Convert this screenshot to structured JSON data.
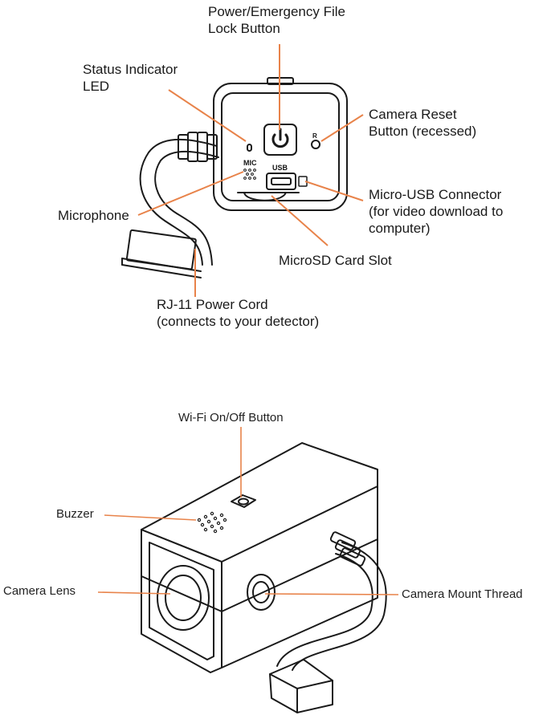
{
  "back_view": {
    "labels": {
      "power_button": [
        "Power/Emergency File",
        "Lock Button"
      ],
      "status_led": [
        "Status Indicator",
        "LED"
      ],
      "reset_button": [
        "Camera Reset",
        "Button (recessed)"
      ],
      "microphone": [
        "Microphone"
      ],
      "micro_usb": [
        "Micro-USB Connector",
        "(for video download to",
        "computer)"
      ],
      "microsd": [
        "MicroSD Card Slot"
      ],
      "power_cord": [
        "RJ-11 Power Cord",
        "(connects to your detector)"
      ]
    },
    "panel_text": {
      "mic": "MIC",
      "usb": "USB",
      "reset": "R"
    }
  },
  "front_view": {
    "labels": {
      "wifi_button": "Wi-Fi On/Off Button",
      "buzzer": "Buzzer",
      "camera_lens": "Camera Lens",
      "mount_thread": "Camera Mount Thread"
    }
  },
  "colors": {
    "callout": "#e8834a",
    "outline": "#1a1a1a"
  }
}
